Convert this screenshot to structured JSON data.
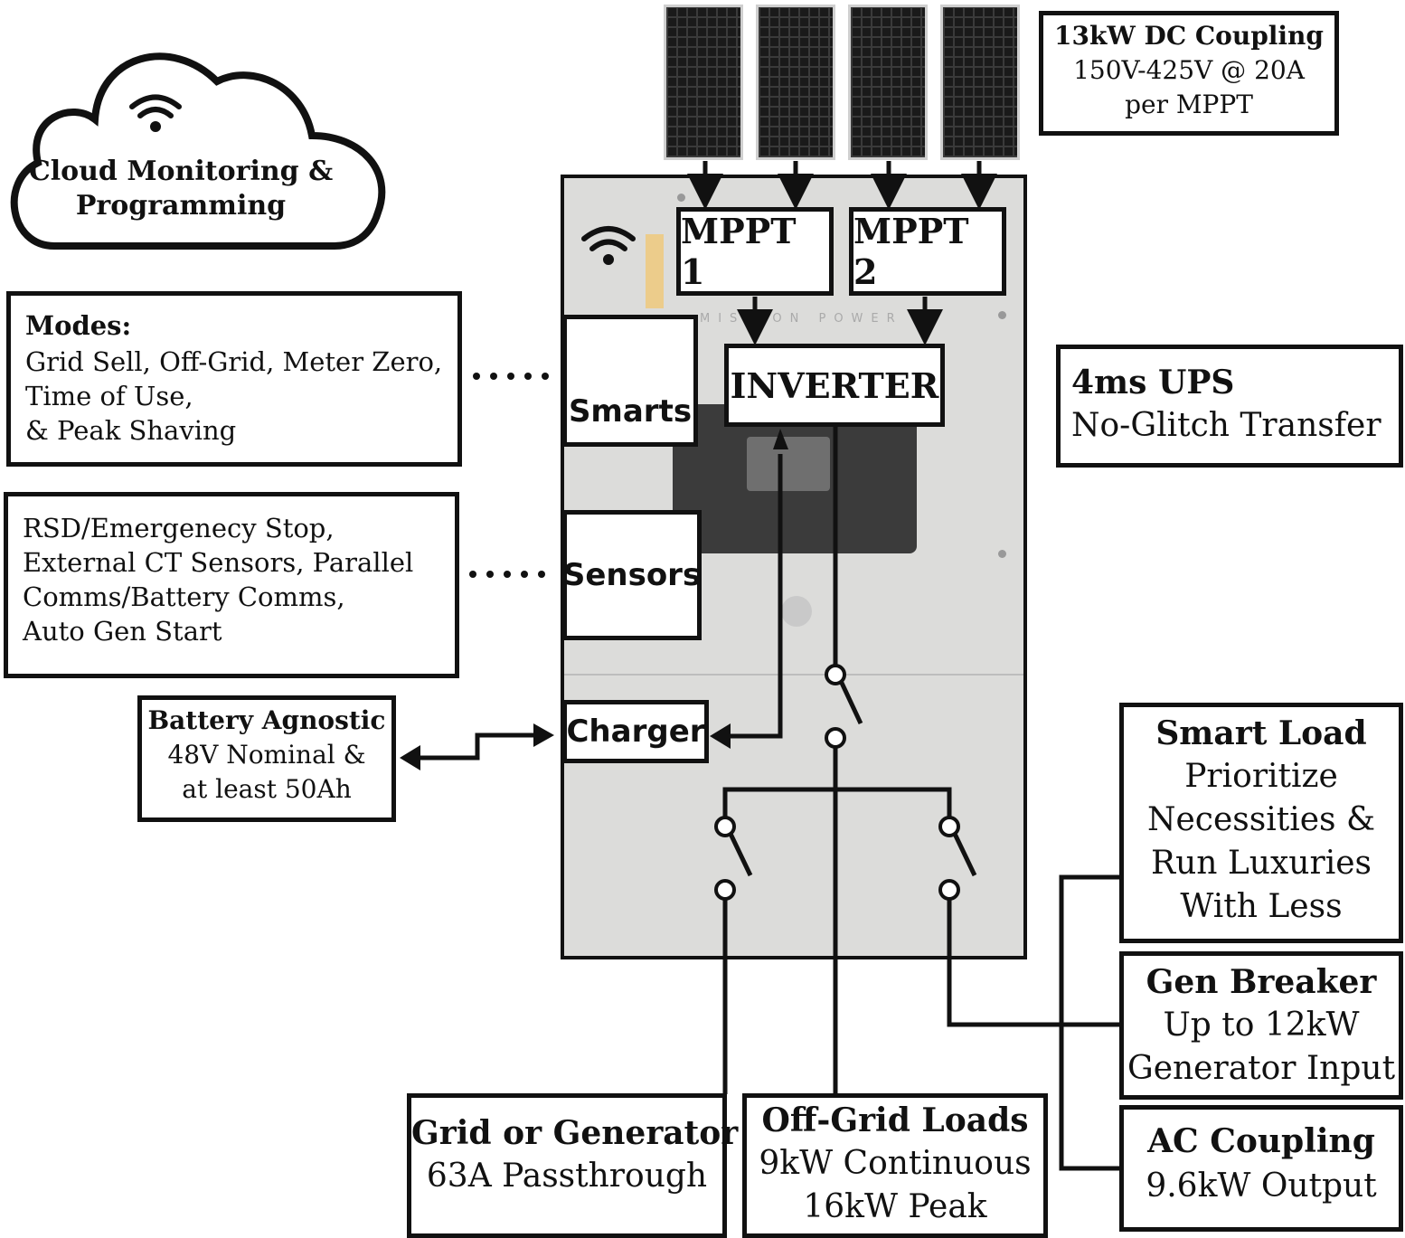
{
  "cloud": {
    "line1": "Cloud Monitoring &",
    "line2": "Programming"
  },
  "dc_coupling": {
    "title": "13kW DC Coupling",
    "line1": "150V-425V @ 20A",
    "line2": "per MPPT"
  },
  "mppt1": {
    "label": "MPPT 1"
  },
  "mppt2": {
    "label": "MPPT 2"
  },
  "inverter": {
    "label": "INVERTER"
  },
  "brand_watermark": "MISSION POWER",
  "smarts": {
    "label": "Smarts"
  },
  "sensors": {
    "label": "Sensors"
  },
  "charger": {
    "label": "Charger"
  },
  "modes": {
    "title": "Modes:",
    "line1": "Grid Sell, Off-Grid, Meter Zero,",
    "line2": "Time of Use,",
    "line3": "& Peak Shaving"
  },
  "sensor_info": {
    "line1": "RSD/Emergenecy Stop,",
    "line2": "External CT Sensors, Parallel",
    "line3": "Comms/Battery Comms,",
    "line4": "Auto Gen Start"
  },
  "battery": {
    "title": "Battery Agnostic",
    "line1": "48V Nominal &",
    "line2": "at least 50Ah"
  },
  "ups": {
    "title": "4ms UPS",
    "line1": "No-Glitch Transfer"
  },
  "smart_load": {
    "title": "Smart Load",
    "line1": "Prioritize",
    "line2": "Necessities &",
    "line3": "Run Luxuries",
    "line4": "With Less"
  },
  "gen_breaker": {
    "title": "Gen Breaker",
    "line1": "Up to 12kW",
    "line2": "Generator Input"
  },
  "ac_coupling": {
    "title": "AC Coupling",
    "line1": "9.6kW Output"
  },
  "grid_gen": {
    "title": "Grid or Generator",
    "line1": "63A Passthrough"
  },
  "offgrid": {
    "title": "Off-Grid Loads",
    "line1": "9kW Continuous",
    "line2": "16kW Peak"
  },
  "icons": {
    "wifi": "wifi-icon",
    "brain": "brain-icon",
    "solar": "solar-panel-icon",
    "cloud": "cloud-icon"
  }
}
